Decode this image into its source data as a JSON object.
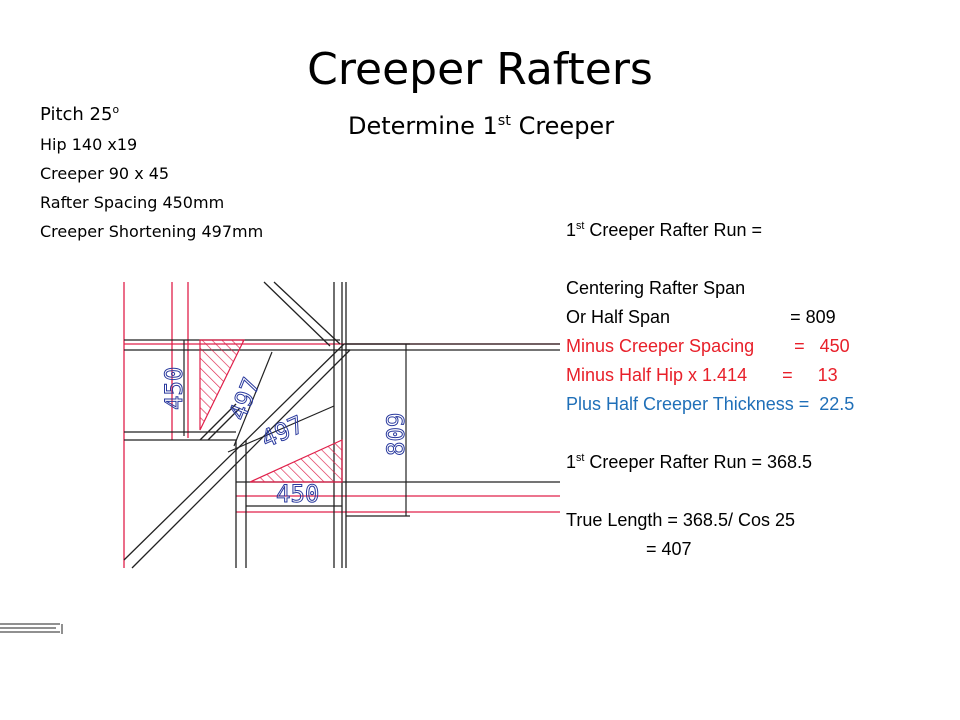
{
  "slide": {
    "title": "Creeper Rafters",
    "subtitle_text": "Determine 1",
    "subtitle_sup": "st",
    "subtitle_rest": " Creeper"
  },
  "specs": {
    "pitch_label": "Pitch 25",
    "pitch_degree": "o",
    "hip": "Hip 140 x19",
    "creeper": "Creeper 90 x 45",
    "rafter_spacing": "Rafter Spacing 450mm",
    "creeper_shortening": "Creeper Shortening 497mm"
  },
  "calculation": {
    "heading_prefix": "1",
    "heading_sup": "st",
    "heading_rest": " Creeper Rafter Run =",
    "centering_rafter": "Centering Rafter Span",
    "half_span": "Or Half Span                        = 809",
    "minus_spacing": "Minus Creeper Spacing        =   450",
    "minus_half_hip": "Minus Half Hip x 1.414       =     13",
    "plus_half_creeper": "Plus Half Creeper Thickness =  22.5",
    "result_prefix": "1",
    "result_sup": "st",
    "result_rest": " Creeper Rafter Run = 368.5",
    "true_length": "True Length = 368.5/ Cos 25",
    "true_length_result": "                = 407"
  },
  "drawing": {
    "dim_450_vertical": "450",
    "dim_497_diagonal_upper": "497",
    "dim_497_diagonal_lower": "497",
    "dim_450_horizontal": "450",
    "dim_809_vertical": "809"
  },
  "colors": {
    "red_text": "#e8202a",
    "blue_text": "#1f6fb8",
    "dimension_blue": "#2a3a9e",
    "red_line": "#e0204a",
    "line_dark": "#222222"
  }
}
